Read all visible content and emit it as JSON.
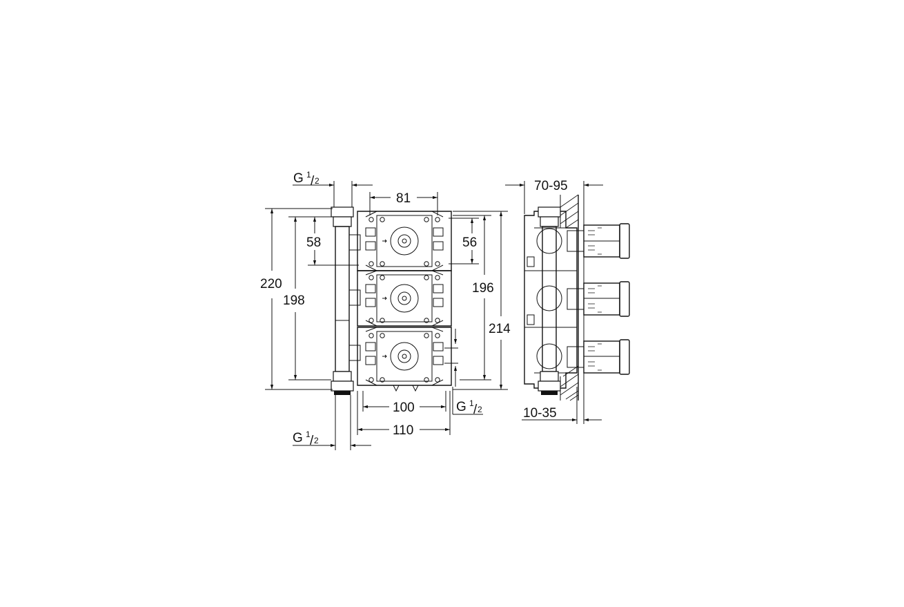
{
  "dimensions": {
    "thread_top": {
      "main": "G",
      "sup": "1",
      "sub": "2"
    },
    "thread_bottom_left": {
      "main": "G",
      "sup": "1",
      "sub": "2"
    },
    "thread_bottom_right": {
      "main": "G",
      "sup": "1",
      "sub": "2"
    },
    "width_81": "81",
    "height_58": "58",
    "height_56": "56",
    "height_220": "220",
    "height_198": "198",
    "height_196": "196",
    "height_214": "214",
    "width_100": "100",
    "width_110": "110",
    "depth_70_95": "70-95",
    "depth_10_35": "10-35"
  }
}
